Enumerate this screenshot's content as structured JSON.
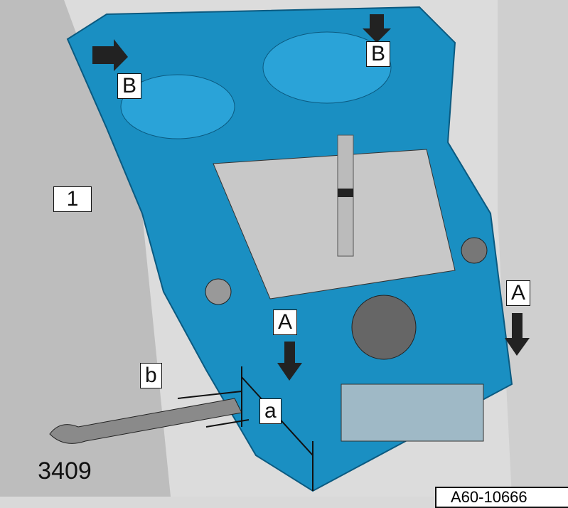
{
  "labels": {
    "part_1": "1",
    "arrow_b_left": "B",
    "arrow_b_right": "B",
    "arrow_a_left": "A",
    "arrow_a_right": "A",
    "dim_a": "a",
    "dim_b": "b",
    "tool": "3409"
  },
  "figure_ref": "A60-10666",
  "colors": {
    "console": "#1a8fc2",
    "background": "#d9d9d9"
  }
}
